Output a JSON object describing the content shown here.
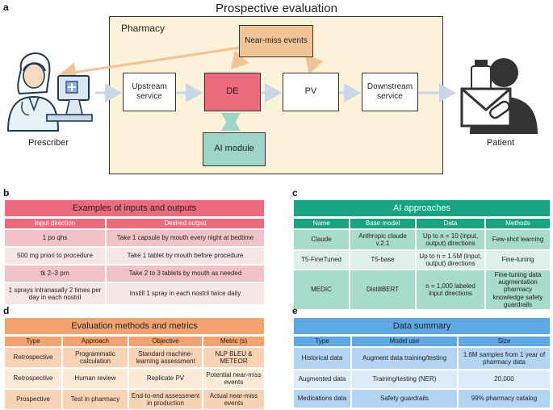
{
  "panel_a": {
    "letter": "a",
    "title": "Prospective evaluation",
    "pharmacy_label": "Pharmacy",
    "nodes": {
      "near_miss": "Near-miss events",
      "upstream": "Upstream service",
      "de": "DE",
      "pv": "PV",
      "downstream": "Downstream service",
      "ai_module": "AI module"
    },
    "prescriber_label": "Prescriber",
    "patient_label": "Patient",
    "icons": [
      "prescriber-illustration",
      "patient-illustration"
    ]
  },
  "panel_b": {
    "letter": "b",
    "title": "Examples of inputs and outputs",
    "headers": [
      "Input direction",
      "Desired output"
    ],
    "rows": [
      [
        "1 po qhs",
        "Take 1 capsule by mouth every night at bedtime"
      ],
      [
        "500 mg priori to procedure",
        "Take 1 tablet by mouth before procedure"
      ],
      [
        "tk 2–3 prn",
        "Take 2 to 3 tablets by mouth as needed"
      ],
      [
        "1 sprays intranasally 2 times per day in each nostril",
        "Instill 1 spray in each nostril twice daily"
      ]
    ]
  },
  "panel_c": {
    "letter": "c",
    "title": "AI approaches",
    "headers": [
      "Name",
      "Base model",
      "Data",
      "Methods"
    ],
    "rows": [
      [
        "Claude",
        "Anthropic claude v.2.1",
        "Up to n = 10 (input, output) directions",
        "Few-shot learning"
      ],
      [
        "T5-FineTuned",
        "T5-base",
        "Up to n = 1.5M (input, output) directions",
        "Fine-tuning"
      ],
      [
        "MEDIC",
        "DistillBERT",
        "n = 1,000 labeled input directions",
        "Fine-tuning data augmentation pharmacy knowledge safety guardrails"
      ]
    ]
  },
  "panel_d": {
    "letter": "d",
    "title": "Evaluation methods and metrics",
    "headers": [
      "Type",
      "Approach",
      "Objective",
      "Metric (s)"
    ],
    "rows": [
      [
        "Retrospective",
        "Programmatic calculation",
        "Standard machine-learning assessment",
        "NLP BLEU & METEOR"
      ],
      [
        "Retrospective",
        "Human review",
        "Replicate PV",
        "Potential near-miss events"
      ],
      [
        "Prospective",
        "Test in pharmacy",
        "End-to-end assessment in production",
        "Actual near-miss events"
      ]
    ]
  },
  "panel_e": {
    "letter": "e",
    "title": "Data summary",
    "headers": [
      "Type",
      "Model use",
      "Size"
    ],
    "rows": [
      [
        "Historical data",
        "Augment data training/testing",
        "1.6M samples from 1 year of pharmacy data"
      ],
      [
        "Augmented data",
        "Training/testing (NER)",
        "20,000"
      ],
      [
        "Medications data",
        "Safety guardrails",
        "99% pharmacy catalog"
      ]
    ]
  },
  "colors": {
    "pharmacy_fill": "#fcf2d9",
    "de": "#ec6b7f",
    "near_miss": "#f2c495",
    "ai_module": "#9ed5c8",
    "arrow_blue": "#c9d6e6",
    "arrow_orange": "#f2c495",
    "arrow_teal": "#9ed5c8",
    "table_c": "#1aa383",
    "table_d": "#f3a36f",
    "table_e": "#5fa8e4"
  }
}
